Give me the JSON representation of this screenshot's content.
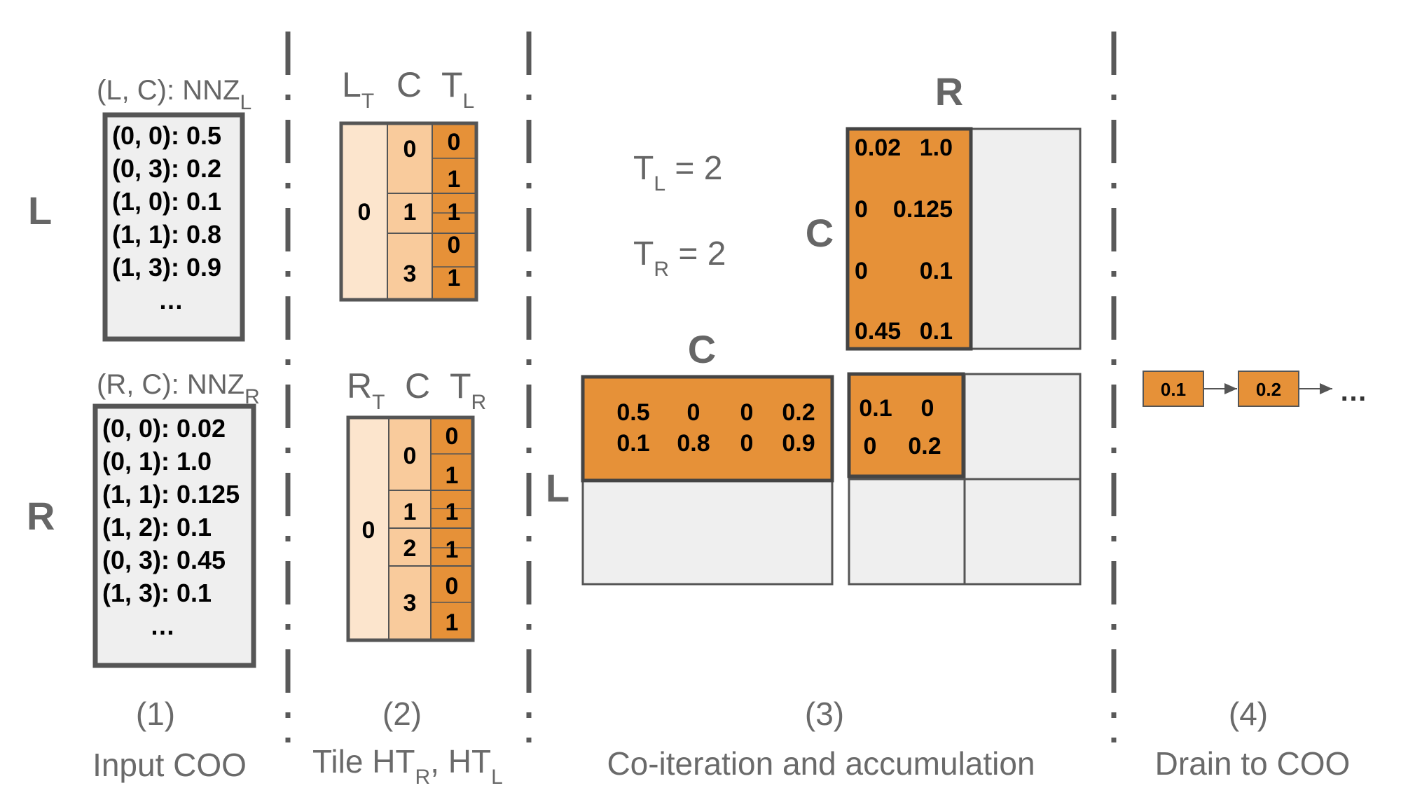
{
  "colors": {
    "orange": "#e69138",
    "peach": "#f9cb9c",
    "peach_light": "#fce5cd",
    "gray_fill": "#efefef",
    "border": "#555555",
    "divider": "#595959"
  },
  "panel1": {
    "row_label_L": "L",
    "row_label_R": "R",
    "header_L": {
      "main": "(L, C): NNZ",
      "sub": "L"
    },
    "header_R": {
      "main": "(R, C): NNZ",
      "sub": "R"
    },
    "entries_L": [
      "(0, 0): 0.5",
      "(0, 3): 0.2",
      "(1, 0): 0.1",
      "(1, 1): 0.8",
      "(1, 3): 0.9",
      "…"
    ],
    "entries_R": [
      "(0, 0): 0.02",
      "(0, 1): 1.0",
      "(1, 1): 0.125",
      "(1, 2): 0.1",
      "(0, 3): 0.45",
      "(1, 3): 0.1",
      "…"
    ],
    "caption_num": "(1)",
    "caption": "Input COO"
  },
  "panel2": {
    "top_headers": [
      {
        "main": "L",
        "sub": "T"
      },
      {
        "main": "C",
        "sub": ""
      },
      {
        "main": "T",
        "sub": "L"
      }
    ],
    "bottom_headers": [
      {
        "main": "R",
        "sub": "T"
      },
      {
        "main": "C",
        "sub": ""
      },
      {
        "main": "T",
        "sub": "R"
      }
    ],
    "top_tile": "0",
    "top_cols": [
      "0",
      "1",
      "3"
    ],
    "top_t": [
      "0",
      "1",
      "1",
      "0",
      "1"
    ],
    "bottom_tile": "0",
    "bottom_cols": [
      "0",
      "1",
      "2",
      "3"
    ],
    "bottom_t": [
      "0",
      "1",
      "1",
      "1",
      "0",
      "1"
    ],
    "caption_num": "(2)",
    "caption": {
      "part1": "Tile HT",
      "sub1": "R",
      "part2": ", HT",
      "sub2": "L"
    }
  },
  "panel3": {
    "tl": {
      "main": "T",
      "sub": "L",
      "value": " = 2"
    },
    "tr": {
      "main": "T",
      "sub": "R",
      "value": " = 2"
    },
    "label_R": "R",
    "label_C_vertical": "C",
    "label_C_horizontal": "C",
    "label_L": "L",
    "r_tile": [
      [
        "0.02",
        "1.0"
      ],
      [
        "0",
        "0.125"
      ],
      [
        "0",
        "0.1"
      ],
      [
        "0.45",
        "0.1"
      ]
    ],
    "l_tile": [
      [
        "0.5",
        "0",
        "0",
        "0.2"
      ],
      [
        "0.1",
        "0.8",
        "0",
        "0.9"
      ]
    ],
    "result_tile": [
      [
        "0.1",
        "0"
      ],
      [
        "0",
        "0.2"
      ]
    ],
    "caption_num": "(3)",
    "caption": "Co-iteration and accumulation"
  },
  "panel4": {
    "chips": [
      "0.1",
      "0.2"
    ],
    "ellipsis": "…",
    "caption_num": "(4)",
    "caption": "Drain to COO"
  }
}
